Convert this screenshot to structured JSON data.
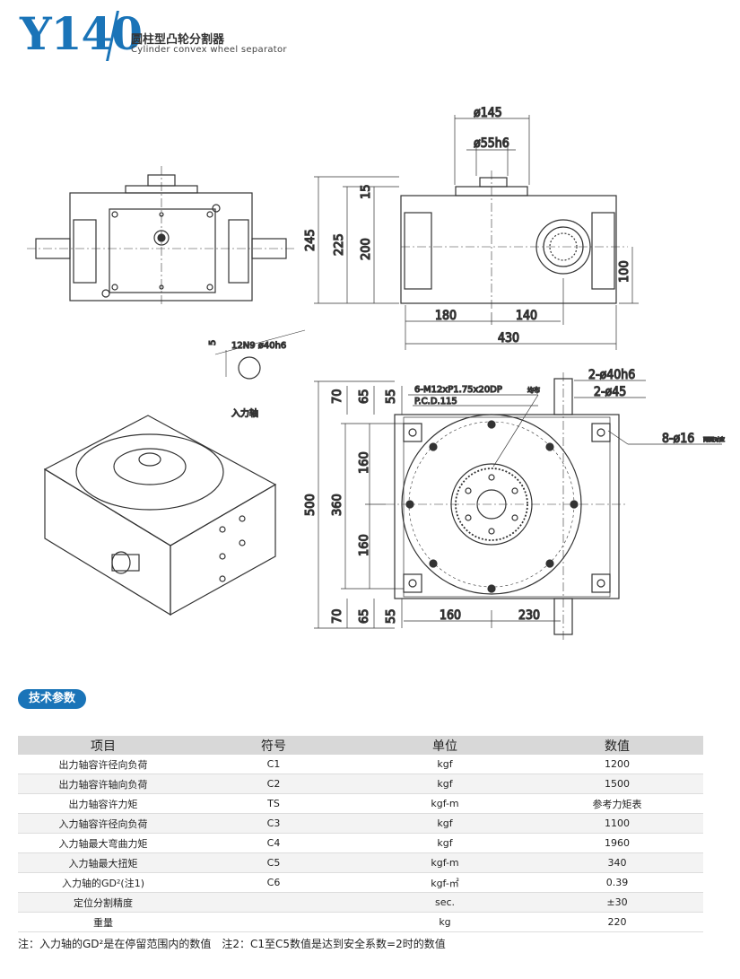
{
  "header": {
    "model": "Y140",
    "title_cn": "圆柱型凸轮分割器",
    "title_en": "Cylinder convex wheel separator"
  },
  "drawing": {
    "dims": {
      "d145": "ø145",
      "d55h6": "ø55h6",
      "h245": "245",
      "h225": "225",
      "h15": "15",
      "h200": "200",
      "h100": "100",
      "w180": "180",
      "w140": "140",
      "w430": "430",
      "key": "12N9 ø40h6",
      "key5": "5",
      "bolt_holes": "6-M12xP1.75x20DP",
      "bolt_note": "均布",
      "pcd": "P.C.D.115",
      "shaft_d40": "2-ø40h6",
      "shaft_d45": "2-ø45",
      "mount_holes": "8-ø16",
      "mount_note": "两面对应",
      "v70a": "70",
      "v65a": "65",
      "v55a": "55",
      "v160a": "160",
      "v360": "360",
      "v500": "500",
      "v160b": "160",
      "v70b": "70",
      "v65b": "65",
      "v55b": "55",
      "h160": "160",
      "h230": "230"
    },
    "input_shaft_label": "入力轴"
  },
  "specs": {
    "badge": "技术参数",
    "headers": [
      "项目",
      "符号",
      "单位",
      "数值"
    ],
    "rows": [
      [
        "出力轴容许径向负荷",
        "C1",
        "kgf",
        "1200"
      ],
      [
        "出力轴容许轴向负荷",
        "C2",
        "kgf",
        "1500"
      ],
      [
        "出力轴容许力矩",
        "TS",
        "kgf-m",
        "参考力矩表"
      ],
      [
        "入力轴容许径向负荷",
        "C3",
        "kgf",
        "1100"
      ],
      [
        "入力轴最大弯曲力矩",
        "C4",
        "kgf",
        "1960"
      ],
      [
        "入力轴最大扭矩",
        "C5",
        "kgf-m",
        "340"
      ],
      [
        "入力轴的GD²(注1)",
        "C6",
        "kgf-㎡",
        "0.39"
      ],
      [
        "定位分割精度",
        "",
        "sec.",
        "±30"
      ],
      [
        "重量",
        "",
        "kg",
        "220"
      ]
    ]
  },
  "note": "注：入力轴的GD²是在停留范围内的数值　注2：C1至C5数值是达到安全系数=2时的数值"
}
